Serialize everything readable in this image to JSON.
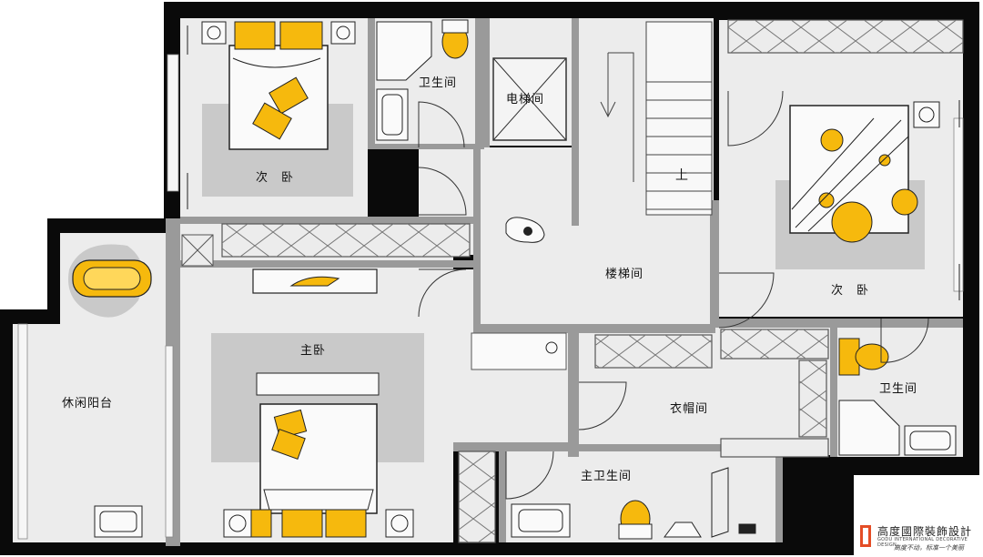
{
  "rooms": {
    "bedroom_nw": "次　卧",
    "bathroom_n": "卫生间",
    "elevator": "电梯间",
    "stairwell": "楼梯间",
    "bedroom_e": "次　卧",
    "master_bedroom": "主卧",
    "leisure_balcony": "休闲阳台",
    "cloakroom": "衣帽间",
    "bathroom_e": "卫生间",
    "master_bathroom": "主卫生间"
  },
  "stair_direction": "上",
  "logo": {
    "name": "高度國際裝飾設計",
    "subtitle": "GODU INTERNATIONAL DECORATIVE DESIGN",
    "slogan": "高度不动，标准一个美丽"
  },
  "colors": {
    "wall": "#0a0a0a",
    "floor": "#ececec",
    "rug": "#c9c9c9",
    "partition": "#9a9a9a",
    "accent": "#f6b90d"
  }
}
